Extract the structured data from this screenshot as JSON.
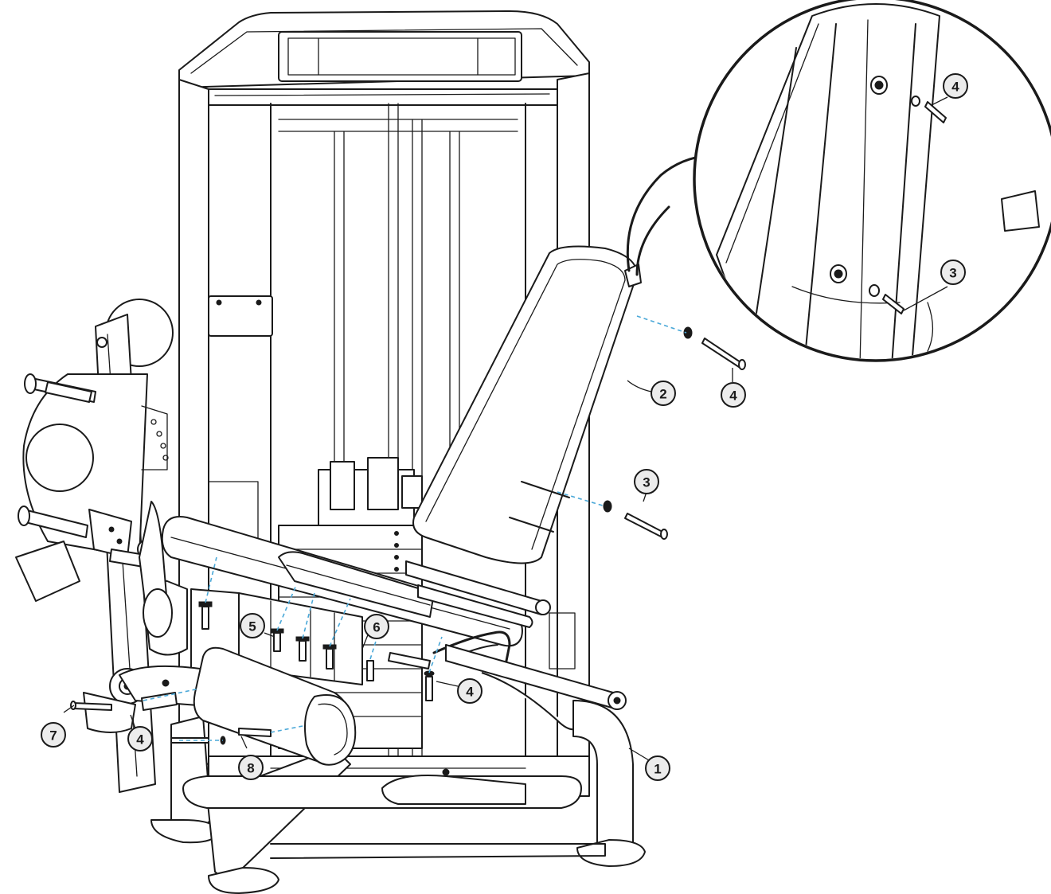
{
  "callouts": [
    {
      "id": "c1",
      "label": "1"
    },
    {
      "id": "c2",
      "label": "2"
    },
    {
      "id": "c3a",
      "label": "3"
    },
    {
      "id": "c3b",
      "label": "3"
    },
    {
      "id": "c4a",
      "label": "4"
    },
    {
      "id": "c4b",
      "label": "4"
    },
    {
      "id": "c4c",
      "label": "4"
    },
    {
      "id": "c4d",
      "label": "4"
    },
    {
      "id": "c5",
      "label": "5"
    },
    {
      "id": "c6",
      "label": "6"
    },
    {
      "id": "c7",
      "label": "7"
    },
    {
      "id": "c8",
      "label": "8"
    }
  ],
  "colors": {
    "line": "#1a1a1a",
    "assembly_path": "#4aa8d8",
    "callout_fill": "#ececec",
    "background": "#ffffff"
  }
}
